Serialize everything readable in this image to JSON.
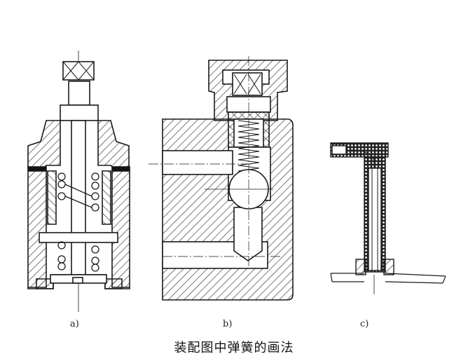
{
  "figure": {
    "caption": "装配图中弹簧的画法",
    "subfigures": [
      {
        "id": "a",
        "label": "a)",
        "subject": "spring valve assembly with two coil springs (section view)"
      },
      {
        "id": "b",
        "label": "b)",
        "subject": "ball check valve with compression spring (section view)"
      },
      {
        "id": "c",
        "label": "c)",
        "subject": "leaf/tube spring assembly with insulation (section view)"
      }
    ],
    "colors": {
      "ink": "#1a1a1a",
      "paper": "#ffffff"
    }
  }
}
